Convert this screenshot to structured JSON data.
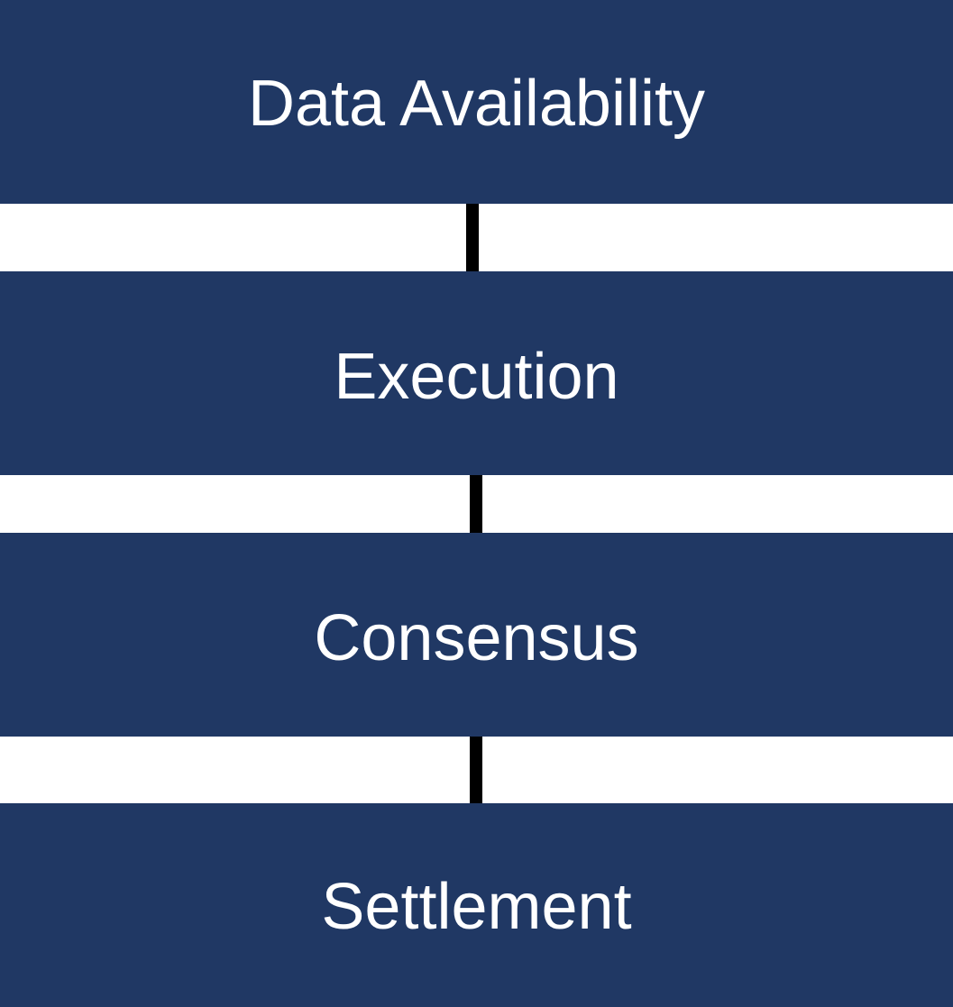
{
  "diagram": {
    "layers": [
      {
        "label": "Data Availability"
      },
      {
        "label": "Execution"
      },
      {
        "label": "Consensus"
      },
      {
        "label": "Settlement"
      }
    ],
    "colors": {
      "layer_fill": "#203864",
      "layer_text": "#ffffff",
      "connector": "#000000",
      "background": "#ffffff"
    }
  }
}
